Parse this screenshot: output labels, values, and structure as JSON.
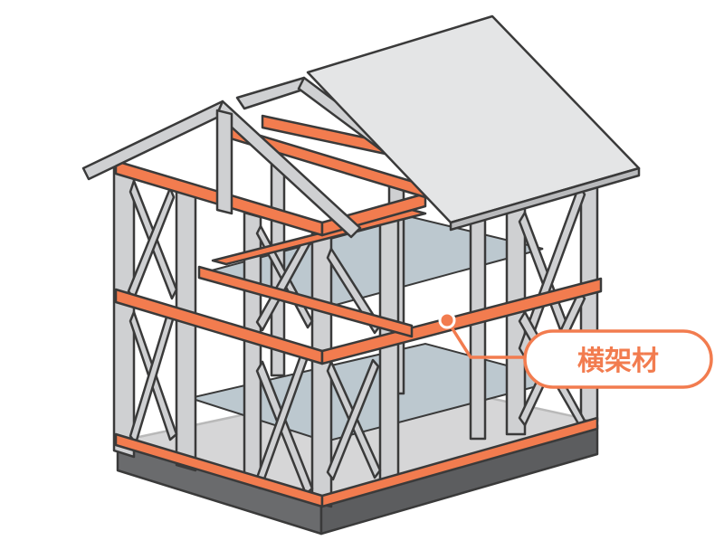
{
  "callout": {
    "label": "横架材",
    "color": "#f27c4f"
  },
  "colors": {
    "outline": "#3a3a3a",
    "frame": "#cfd0d2",
    "beam": "#f27c4f",
    "roof": "#e4e5e6",
    "floor": "#bcc8cf",
    "foundation": "#6a6b6d",
    "foundation_top": "#8c8d8f"
  },
  "icons": [
    "house-frame-illustration",
    "callout-pointer-dot"
  ]
}
